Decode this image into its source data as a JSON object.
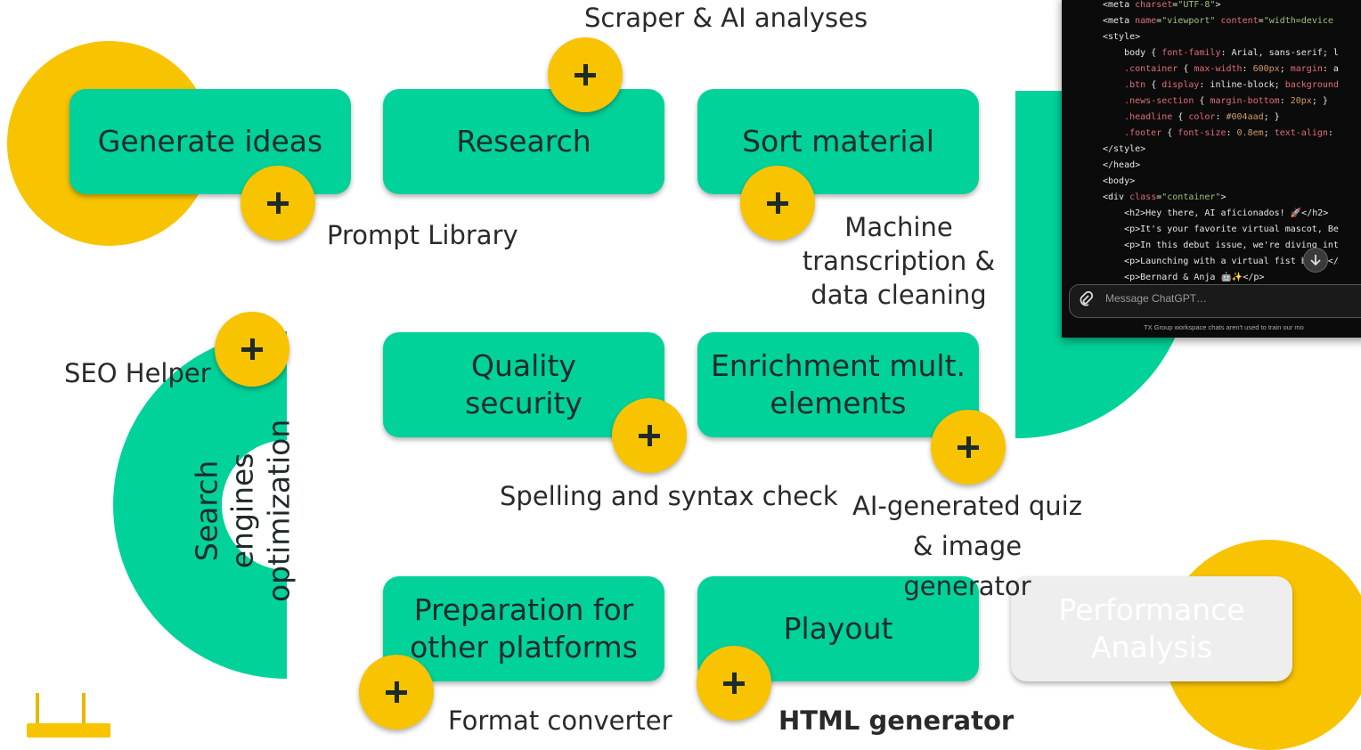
{
  "steps": {
    "generate_ideas": "Generate ideas",
    "research": "Research",
    "sort_material": "Sort material",
    "quality_security": "Quality security",
    "enrichment": "Enrichment mult. elements",
    "seo": "Search engines optimization",
    "preparation": "Preparation for other platforms",
    "playout": "Playout",
    "performance": "Performance Analysis"
  },
  "tools": {
    "scraper": "Scraper & AI analyses",
    "prompt_library": "Prompt Library",
    "transcription": "Machine transcription & data cleaning",
    "seo_helper": "SEO Helper",
    "spelling": "Spelling and syntax check",
    "quiz": "AI-generated quiz & image generator",
    "format_converter": "Format converter",
    "html_generator": "HTML generator"
  },
  "chatgpt": {
    "code_lines": [
      "<meta charset=\"UTF-8\">",
      "<meta name=\"viewport\" content=\"width=device",
      "<style>",
      "    body { font-family: Arial, sans-serif; l",
      "    .container { max-width: 600px; margin: a",
      "    .btn { display: inline-block; background",
      "    .news-section { margin-bottom: 20px; }",
      "    .headline { color: #004aad; }",
      "    .footer { font-size: 0.8em; text-align:",
      "</style>",
      "</head>",
      "<body>",
      "<div class=\"container\">",
      "    <h2>Hey there, AI aficionados! 🚀</h2>",
      "    <p>It's your favorite virtual mascot, Be",
      "    <p>In this debut issue, we're diving int",
      "    <p>Launching with a virtual fist bump,</",
      "    <p>Bernard & Anja 🤖✨</p>"
    ],
    "message_placeholder": "Message ChatGPT…",
    "footer_note": "TX Group workspace chats aren't used to train our mo"
  },
  "colors": {
    "step": "#00d29a",
    "accent": "#f8c300",
    "disabled": "#eeeeee",
    "code_bg": "#0b0b0b"
  },
  "icons": [
    "plus-icon",
    "paperclip-icon",
    "arrow-down-icon"
  ]
}
